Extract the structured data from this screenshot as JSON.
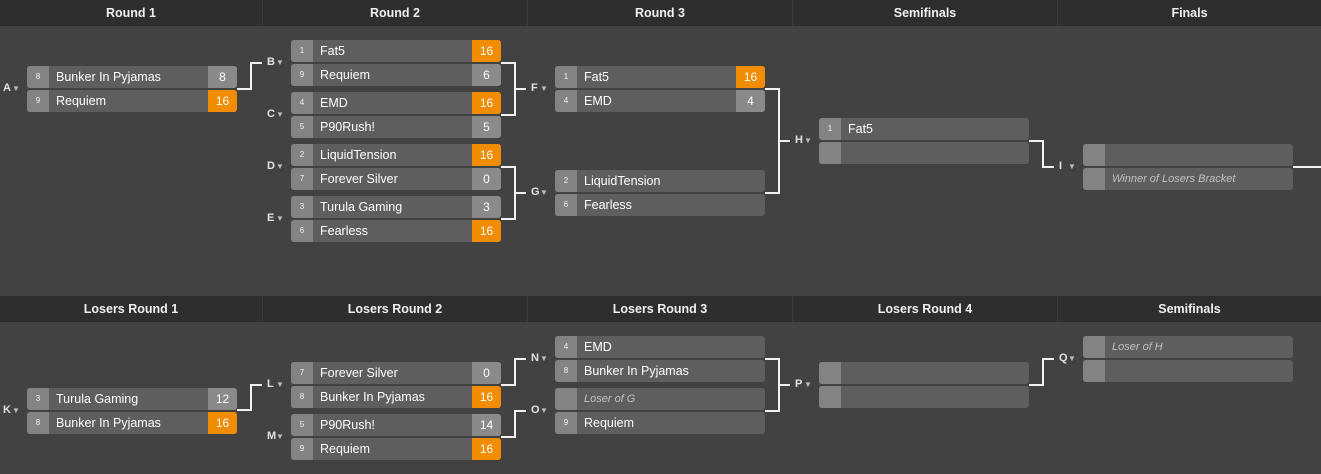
{
  "winners": {
    "headers": [
      "Round 1",
      "Round 2",
      "Round 3",
      "Semifinals",
      "Finals"
    ],
    "matches": {
      "A": {
        "label": "A",
        "top": {
          "seed": "8",
          "name": "Bunker In Pyjamas",
          "score": "8",
          "win": false
        },
        "bottom": {
          "seed": "9",
          "name": "Requiem",
          "score": "16",
          "win": true
        }
      },
      "B": {
        "label": "B",
        "top": {
          "seed": "1",
          "name": "Fat5",
          "score": "16",
          "win": true
        },
        "bottom": {
          "seed": "9",
          "name": "Requiem",
          "score": "6",
          "win": false
        }
      },
      "C": {
        "label": "C",
        "top": {
          "seed": "4",
          "name": "EMD",
          "score": "16",
          "win": true
        },
        "bottom": {
          "seed": "5",
          "name": "P90Rush!",
          "score": "5",
          "win": false
        }
      },
      "D": {
        "label": "D",
        "top": {
          "seed": "2",
          "name": "LiquidTension",
          "score": "16",
          "win": true
        },
        "bottom": {
          "seed": "7",
          "name": "Forever Silver",
          "score": "0",
          "win": false
        }
      },
      "E": {
        "label": "E",
        "top": {
          "seed": "3",
          "name": "Turula Gaming",
          "score": "3",
          "win": false
        },
        "bottom": {
          "seed": "6",
          "name": "Fearless",
          "score": "16",
          "win": true
        }
      },
      "F": {
        "label": "F",
        "top": {
          "seed": "1",
          "name": "Fat5",
          "score": "16",
          "win": true
        },
        "bottom": {
          "seed": "4",
          "name": "EMD",
          "score": "4",
          "win": false
        }
      },
      "G": {
        "label": "G",
        "top": {
          "seed": "2",
          "name": "LiquidTension",
          "score": "",
          "win": false
        },
        "bottom": {
          "seed": "6",
          "name": "Fearless",
          "score": "",
          "win": false
        }
      },
      "H": {
        "label": "H",
        "top": {
          "seed": "1",
          "name": "Fat5",
          "score": "",
          "win": false
        },
        "bottom": {
          "seed": "",
          "name": "",
          "score": "",
          "win": false
        }
      },
      "I": {
        "label": "I",
        "top": {
          "seed": "",
          "name": "",
          "score": "",
          "win": false
        },
        "bottom": {
          "seed": "",
          "name": "Winner of Losers Bracket",
          "score": "",
          "win": false,
          "placeholder": true
        }
      }
    }
  },
  "losers": {
    "headers": [
      "Losers Round 1",
      "Losers Round 2",
      "Losers Round 3",
      "Losers Round 4",
      "Semifinals"
    ],
    "matches": {
      "K": {
        "label": "K",
        "top": {
          "seed": "3",
          "name": "Turula Gaming",
          "score": "12",
          "win": false
        },
        "bottom": {
          "seed": "8",
          "name": "Bunker In Pyjamas",
          "score": "16",
          "win": true
        }
      },
      "L": {
        "label": "L",
        "top": {
          "seed": "7",
          "name": "Forever Silver",
          "score": "0",
          "win": false
        },
        "bottom": {
          "seed": "8",
          "name": "Bunker In Pyjamas",
          "score": "16",
          "win": true
        }
      },
      "M": {
        "label": "M",
        "top": {
          "seed": "5",
          "name": "P90Rush!",
          "score": "14",
          "win": false
        },
        "bottom": {
          "seed": "9",
          "name": "Requiem",
          "score": "16",
          "win": true
        }
      },
      "N": {
        "label": "N",
        "top": {
          "seed": "4",
          "name": "EMD",
          "score": "",
          "win": false
        },
        "bottom": {
          "seed": "8",
          "name": "Bunker In Pyjamas",
          "score": "",
          "win": false
        }
      },
      "O": {
        "label": "O",
        "top": {
          "seed": "",
          "name": "Loser of G",
          "score": "",
          "win": false,
          "placeholder": true
        },
        "bottom": {
          "seed": "9",
          "name": "Requiem",
          "score": "",
          "win": false
        }
      },
      "P": {
        "label": "P",
        "top": {
          "seed": "",
          "name": "",
          "score": "",
          "win": false
        },
        "bottom": {
          "seed": "",
          "name": "",
          "score": "",
          "win": false
        }
      },
      "Q": {
        "label": "Q",
        "top": {
          "seed": "",
          "name": "Loser of H",
          "score": "",
          "win": false,
          "placeholder": true
        },
        "bottom": {
          "seed": "",
          "name": "",
          "score": "",
          "win": false
        }
      }
    }
  },
  "colors": {
    "win": "#f28c00",
    "slot": "#5e5e5e",
    "seed": "#838383",
    "header": "#2e2e2e",
    "background": "#424242",
    "line": "#f2f2f2"
  }
}
